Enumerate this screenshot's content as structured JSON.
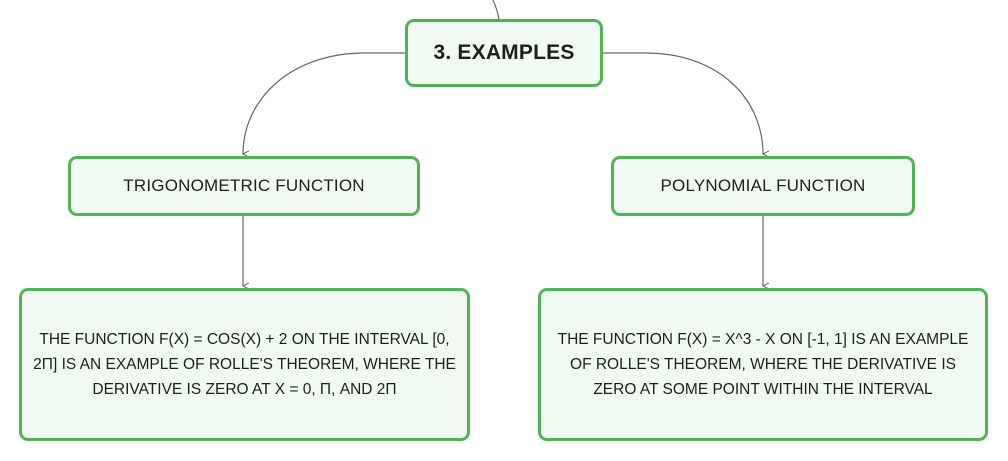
{
  "diagram": {
    "root": {
      "label": "3. EXAMPLES"
    },
    "branches": [
      {
        "label": "TRIGONOMETRIC FUNCTION",
        "detail": "THE FUNCTION F(X) = COS(X) + 2 ON THE INTERVAL [0, 2Π] IS AN EXAMPLE OF ROLLE'S THEOREM, WHERE THE DERIVATIVE IS ZERO AT X = 0, Π, AND 2Π"
      },
      {
        "label": "POLYNOMIAL FUNCTION",
        "detail": "THE FUNCTION F(X) = X^3 - X ON [-1, 1] IS AN EXAMPLE OF ROLLE'S THEOREM, WHERE THE DERIVATIVE IS ZERO AT SOME POINT WITHIN THE INTERVAL"
      }
    ]
  },
  "colors": {
    "node_border": "#4fb457",
    "node_fill": "#f1faf0",
    "connector": "#666666",
    "text": "#1e1e1e"
  }
}
